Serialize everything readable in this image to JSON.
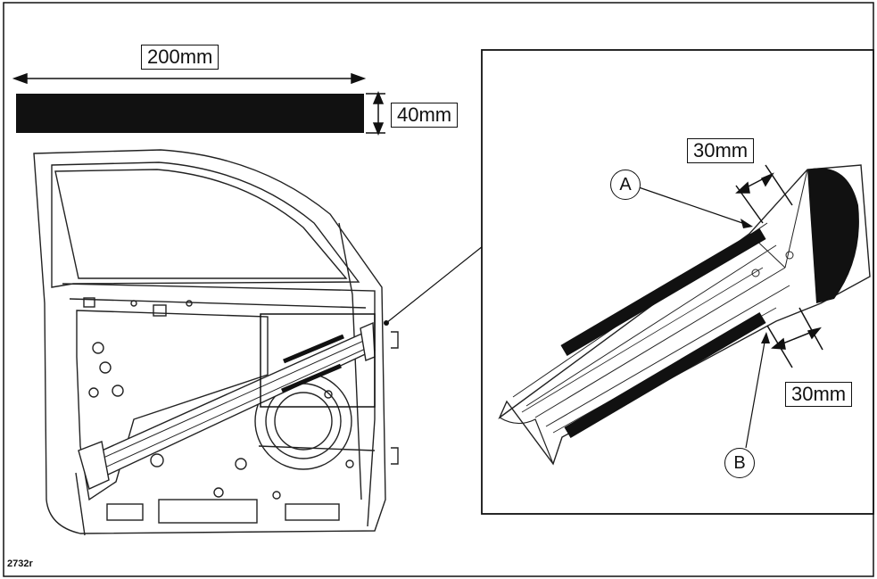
{
  "dimensions": {
    "strip_length": "200mm",
    "strip_width": "40mm",
    "offset_top": "30mm",
    "offset_bottom": "30mm"
  },
  "callouts": {
    "a": "A",
    "b": "B"
  },
  "figure_ref": "2732r"
}
